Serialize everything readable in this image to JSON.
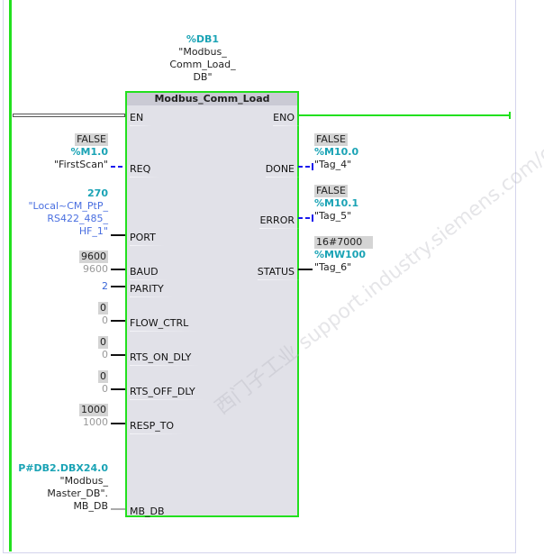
{
  "instance": {
    "db": "%DB1",
    "name": "\"Modbus_\nComm_Load_\nDB\""
  },
  "block": {
    "title": "Modbus_Comm_Load"
  },
  "inputs": {
    "en": "EN",
    "req": {
      "pin": "REQ",
      "value": "FALSE",
      "address": "%M1.0",
      "symbol": "\"FirstScan\""
    },
    "port": {
      "pin": "PORT",
      "value": "270",
      "symbol": "\"Local~CM_PtP_\nRS422_485_\nHF_1\""
    },
    "baud": {
      "pin": "BAUD",
      "value": "9600",
      "param": "9600"
    },
    "parity": {
      "pin": "PARITY",
      "param": "2"
    },
    "flow_ctrl": {
      "pin": "FLOW_CTRL",
      "value": "0",
      "param": "0"
    },
    "rts_on_dly": {
      "pin": "RTS_ON_DLY",
      "value": "0",
      "param": "0"
    },
    "rts_off_dly": {
      "pin": "RTS_OFF_DLY",
      "value": "0",
      "param": "0"
    },
    "resp_to": {
      "pin": "RESP_TO",
      "value": "1000",
      "param": "1000"
    },
    "mb_db": {
      "pin": "MB_DB",
      "address": "P#DB2.DBX24.0",
      "symbol": "\"Modbus_\nMaster_DB\".\nMB_DB"
    }
  },
  "outputs": {
    "eno": "ENO",
    "done": {
      "pin": "DONE",
      "value": "FALSE",
      "address": "%M10.0",
      "symbol": "\"Tag_4\""
    },
    "error": {
      "pin": "ERROR",
      "value": "FALSE",
      "address": "%M10.1",
      "symbol": "\"Tag_5\""
    },
    "status": {
      "pin": "STATUS",
      "value": "16#7000",
      "address": "%MW100",
      "symbol": "\"Tag_6\""
    }
  },
  "watermark": "西门子工业 support.industry.siemens.com/cs",
  "colors": {
    "power": "#22e01e",
    "address": "#1aa3b5",
    "dashed_wire": "#1a1aee"
  }
}
